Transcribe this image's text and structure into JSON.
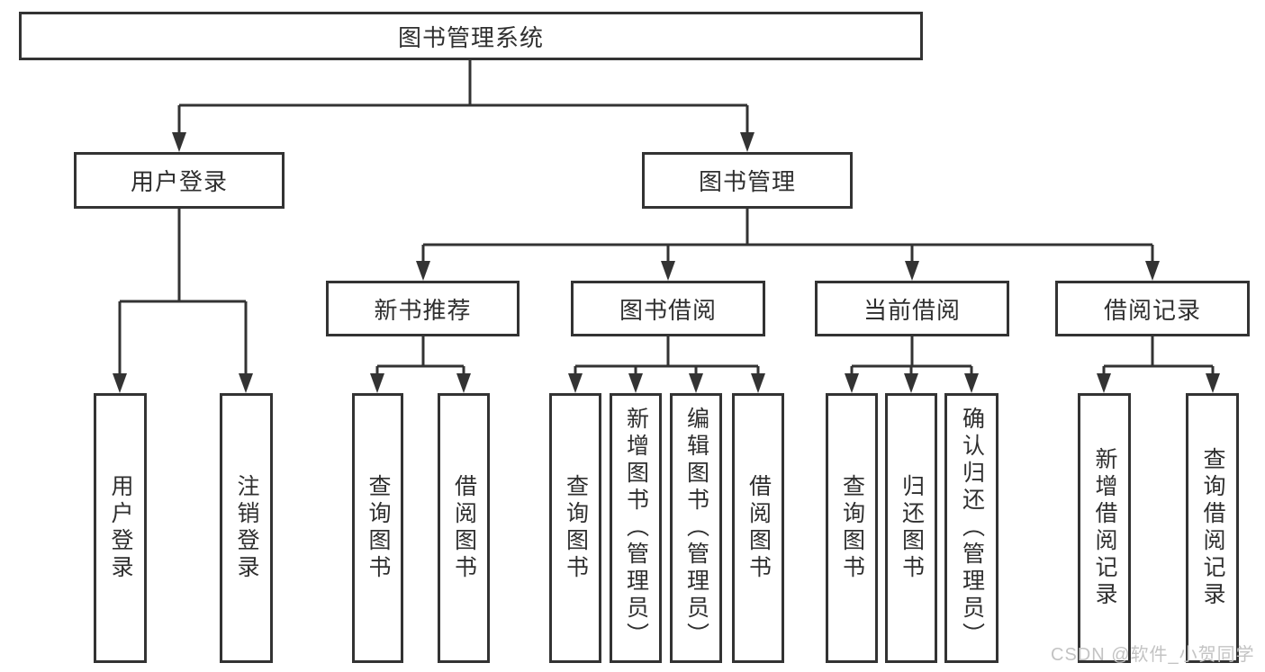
{
  "diagram": {
    "root": {
      "label": "图书管理系统"
    },
    "level2": [
      {
        "label": "用户登录"
      },
      {
        "label": "图书管理"
      }
    ],
    "level3": [
      {
        "label": "新书推荐"
      },
      {
        "label": "图书借阅"
      },
      {
        "label": "当前借阅"
      },
      {
        "label": "借阅记录"
      }
    ],
    "leaves": {
      "user_login": [
        {
          "label": "用户登录"
        },
        {
          "label": "注销登录"
        }
      ],
      "new_book_recommend": [
        {
          "label": "查询图书"
        },
        {
          "label": "借阅图书"
        }
      ],
      "book_borrowing": [
        {
          "label": "查询图书"
        },
        {
          "label": "新增图书（管理员）"
        },
        {
          "label": "编辑图书（管理员）"
        },
        {
          "label": "借阅图书"
        }
      ],
      "current_borrowing": [
        {
          "label": "查询图书"
        },
        {
          "label": "归还图书"
        },
        {
          "label": "确认归还（管理员）"
        }
      ],
      "borrowing_records": [
        {
          "label": "新增借阅记录"
        },
        {
          "label": "查询借阅记录"
        }
      ]
    },
    "watermark": "CSDN @软件_小贺同学",
    "colors": {
      "line": "#333333",
      "text": "#2f2f2f",
      "watermark": "#c3c3c3",
      "background": "#ffffff"
    }
  }
}
